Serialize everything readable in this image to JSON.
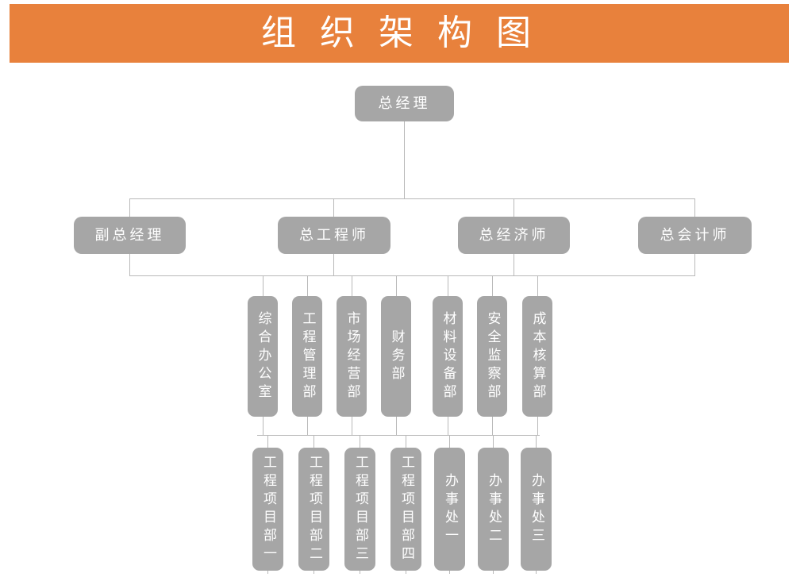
{
  "title": "组 织 架 构 图",
  "colors": {
    "banner": "#E8813C",
    "node_fill": "#A6A6A6",
    "node_text": "#FFFFFF",
    "connector": "#B9B9B9",
    "background": "#FFFFFF"
  },
  "org": {
    "level1": {
      "label": "总经理"
    },
    "level2": [
      {
        "label": "副总经理"
      },
      {
        "label": "总工程师"
      },
      {
        "label": "总经济师"
      },
      {
        "label": "总会计师"
      }
    ],
    "level3": [
      {
        "label": "综合办公室"
      },
      {
        "label": "工程管理部"
      },
      {
        "label": "市场经营部"
      },
      {
        "label": "财务部"
      },
      {
        "label": "材料设备部"
      },
      {
        "label": "安全监察部"
      },
      {
        "label": "成本核算部"
      }
    ],
    "level4": [
      {
        "label": "工程项目部一"
      },
      {
        "label": "工程项目部二"
      },
      {
        "label": "工程项目部三"
      },
      {
        "label": "工程项目部四"
      },
      {
        "label": "办事处一"
      },
      {
        "label": "办事处二"
      },
      {
        "label": "办事处三"
      }
    ]
  }
}
